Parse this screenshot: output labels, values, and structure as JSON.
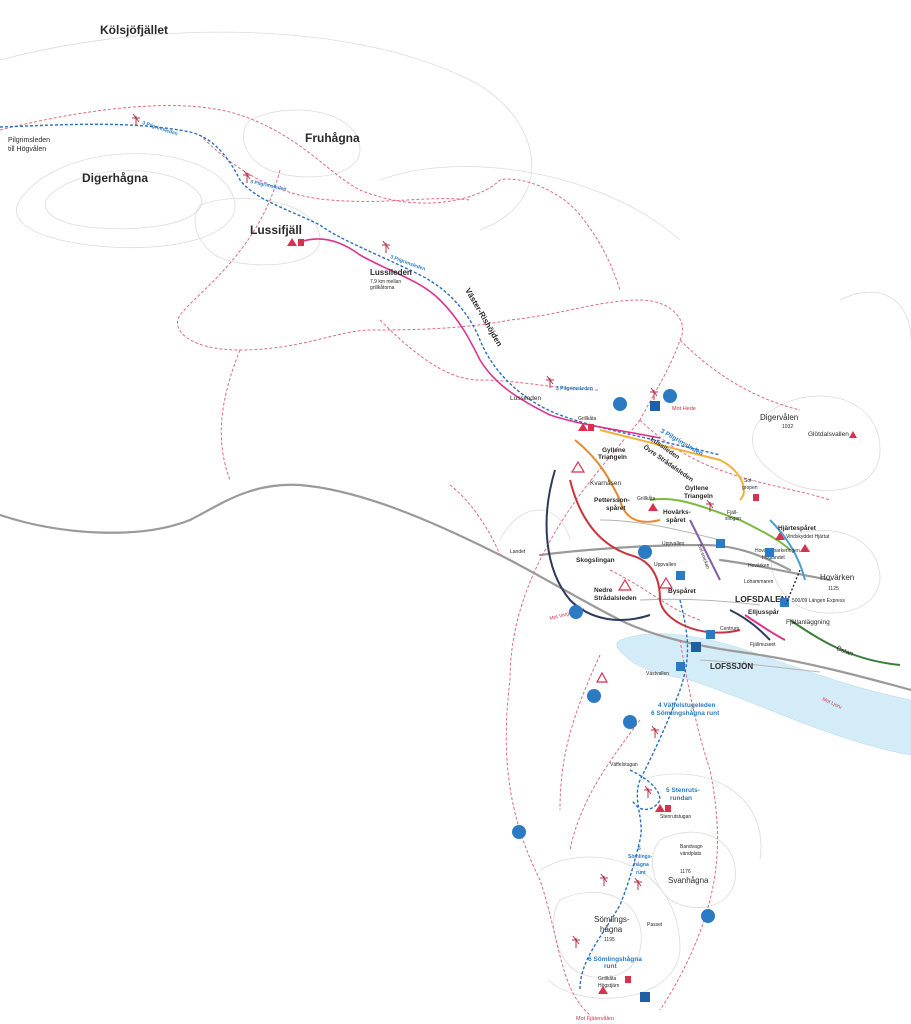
{
  "colors": {
    "pilgrim_trail": "#2b6fc0",
    "lussileden": "#d9358e",
    "snowmobile": "#d6314e",
    "road": "#9a9a9a",
    "lake": "#d4ecf7",
    "contour": "#d8d8d8"
  },
  "places": {
    "kolsjofjallet": "Kölsjöfjället",
    "fruhagna": "Fruhågna",
    "digerhagna": "Digerhågna",
    "pilgrimsleden_hogvalen_1": "Pilgrimsleden",
    "pilgrimsleden_hogvalen_2": "till Högvålen",
    "lussifjall": "Lussifjäll",
    "lussileden": "Lussileden",
    "lussileden_note_1": "7,9 km mellan",
    "lussileden_note_2": "grillkåtorna",
    "vaster_rishojden": "Väster-Rishöjden",
    "lussileden_small": "Lussileden",
    "digervalen": "Digervålen",
    "digervalen_elev": "1032",
    "glotdalsvallen": "Glötdalsvallen",
    "grillkata_top": "Grillkåta",
    "mot_hede": "Mot Hede",
    "gyllene_triangeln_left_1": "Gyllene",
    "gyllene_triangeln_left_2": "Triangeln",
    "kvarnasen": "Kvarnåsen",
    "pettersson_1": "Pettersson-",
    "pettersson_2": "spåret",
    "grillkata_mid": "Grillkåta",
    "lussileden_rot": "Lussileden",
    "ovre_stradalsleden_rot": "Övre Strådalsleden",
    "pilgrimsleden_rot": "3 Pilgrimsleden",
    "gyllene_triangeln_right_1": "Gyllene",
    "gyllene_triangeln_right_2": "Triangeln",
    "hovarks_1": "Hovärks-",
    "hovarks_2": "spåret",
    "fjallslingan_1": "Fjäll-",
    "fjallslingan_2": "slingan",
    "solgropen_1": "Sol-",
    "solgropen_2": "gropen",
    "hjartesparet": "Hjärtespåret",
    "vindskyddet": "Vindskyddet Hjärtat",
    "hovarksparkeringen": "Hovärksparkeringen",
    "hoglandet": "Höglandet",
    "hovarken_small": "Hovärken",
    "hovarken": "Hovärken",
    "hovarken_elev": "1125",
    "lohammaren": "Lohammaren",
    "uppvallen_1": "Uppvallen",
    "uppvallen_2": "Uppvallen",
    "solsnickan": "Sol-snickan",
    "skogslingan": "Skogslingan",
    "nedre_1": "Nedre",
    "nedre_2": "Strådalsleden",
    "landet": "Landet",
    "bysparet": "Byspåret",
    "lofsdalen": "LOFSDALEN",
    "elljusspar": "Elljusspår",
    "lofsexpress": "500/09 Längen Express",
    "fjallanlaggning": "Fjällanläggning",
    "ostan": "Östan",
    "centrum": "Centrum",
    "fjallmuseet": "Fjällmuseet",
    "mot_vargbacken": "Mot Vargbacken",
    "lofssjon": "LOFSSJÖN",
    "vastvallen": "Västvallen",
    "mot_ljoru": "Mot Ljoru",
    "vaffelstugeleden": "4 Väffelstugeleden",
    "somlingshagna_runt_a": "6 Sömlingshågna runt",
    "vaffelstugan": "Väffelstugan",
    "stenruts_1": "5 Stenruts-",
    "stenruts_2": "rundan",
    "stenrutstugan": "Stenrutstugan",
    "bandvagn_1": "Bandvagn",
    "bandvagn_2": "vändplats",
    "svanhagna_elev": "1176",
    "svanhagna": "Svanhågna",
    "somlings_runt_1": "6",
    "somlings_runt_2": "Sömlings-",
    "somlings_runt_3": "hågna",
    "somlings_runt_4": "runt",
    "somlingshagna_1": "Sömlings-",
    "somlingshagna_2": "hågna",
    "somlingshagna_elev": "1195",
    "passet": "Passet",
    "somlingshagna_runt_b_1": "6 Sömlingshågna",
    "somlingshagna_runt_b_2": "runt",
    "grillkata_bottom": "Grillkåta",
    "hagstjarn": "Högstjärn",
    "mot_fjatervalen": "Mot Fjätervålen",
    "pilgrim_label_1": "3 Pilgrimsleden",
    "pilgrim_label_2": "3 Pilgrimsleden",
    "pilgrim_label_3": "3 Pilgrimsleden",
    "pilgrim_label_4": "3 Pilgrimsleden"
  }
}
